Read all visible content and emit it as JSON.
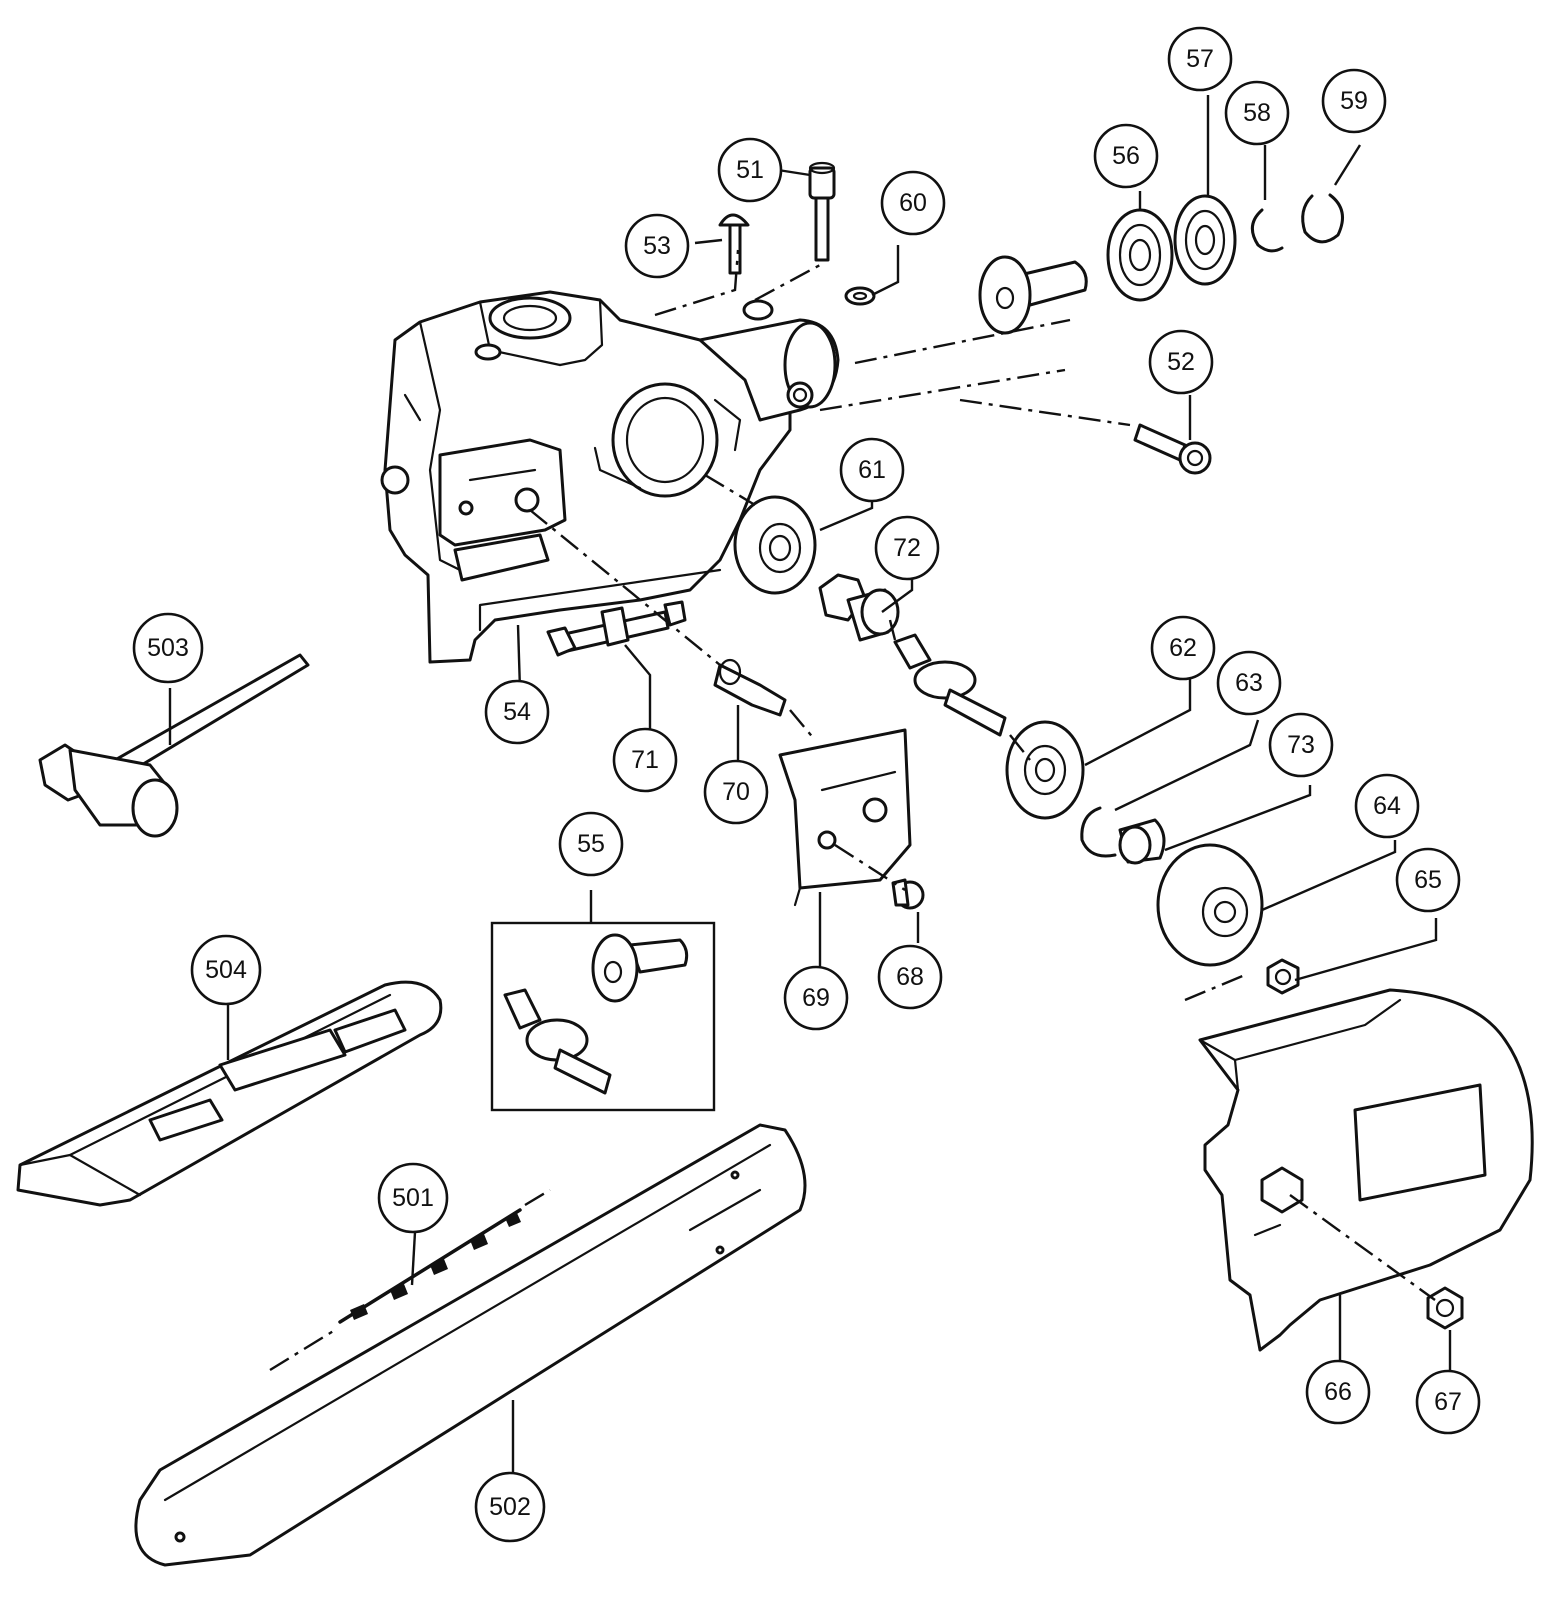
{
  "callouts": [
    {
      "label": "51"
    },
    {
      "label": "53"
    },
    {
      "label": "60"
    },
    {
      "label": "56"
    },
    {
      "label": "57"
    },
    {
      "label": "58"
    },
    {
      "label": "59"
    },
    {
      "label": "52"
    },
    {
      "label": "61"
    },
    {
      "label": "72"
    },
    {
      "label": "503"
    },
    {
      "label": "54"
    },
    {
      "label": "71"
    },
    {
      "label": "70"
    },
    {
      "label": "62"
    },
    {
      "label": "63"
    },
    {
      "label": "73"
    },
    {
      "label": "64"
    },
    {
      "label": "55"
    },
    {
      "label": "65"
    },
    {
      "label": "69"
    },
    {
      "label": "68"
    },
    {
      "label": "504"
    },
    {
      "label": "501"
    },
    {
      "label": "66"
    },
    {
      "label": "67"
    },
    {
      "label": "502"
    }
  ]
}
